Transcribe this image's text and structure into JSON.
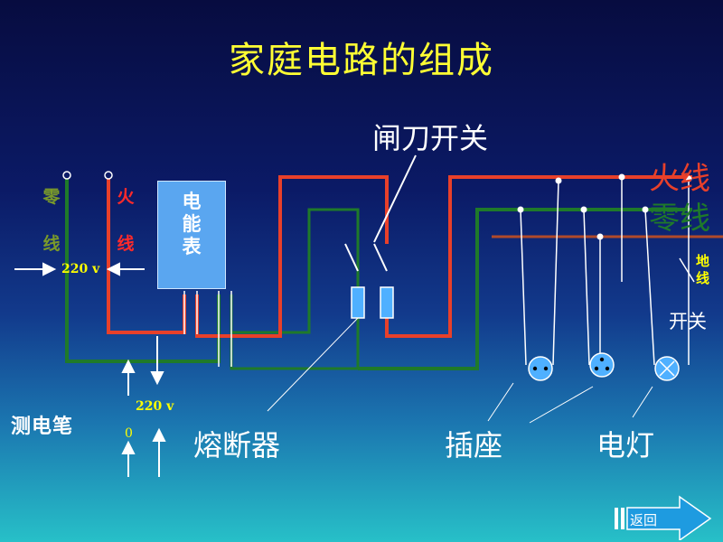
{
  "title": "家庭电路的组成",
  "labels": {
    "knife_switch": "闸刀开关",
    "fuse": "熔断器",
    "socket": "插座",
    "lamp": "电灯",
    "switch": "开关",
    "live_wire": "火线",
    "neutral_wire": "零线",
    "ground_wire": "地线",
    "tester_pen": "测电笔",
    "meter": "电能表",
    "back": "返回"
  },
  "left_wires": {
    "neutral_chars": [
      "零",
      "线"
    ],
    "live_chars": [
      "火",
      "线"
    ],
    "voltage_top": "220 v",
    "voltage_pen": "220 v",
    "voltage_zero": "0"
  },
  "colors": {
    "live": "#e8402a",
    "neutral": "#1f7a2a",
    "ground": "#b04a2a",
    "title": "#ffff33",
    "neutral_text": "#7a9a2a",
    "live_text": "#ff2a2a"
  }
}
